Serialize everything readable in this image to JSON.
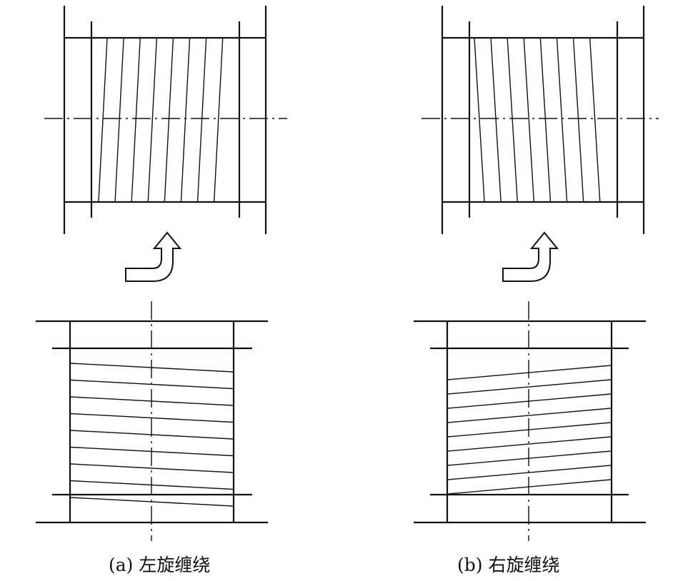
{
  "panels": [
    {
      "id": "a",
      "caption": "(a) 左旋缠绕",
      "winding_direction": "left"
    },
    {
      "id": "b",
      "caption": "(b) 右旋缠绕",
      "winding_direction": "right"
    }
  ],
  "colors": {
    "line": "#111111",
    "background": "#ffffff"
  },
  "icons": [
    "bent-arrow-icon"
  ]
}
